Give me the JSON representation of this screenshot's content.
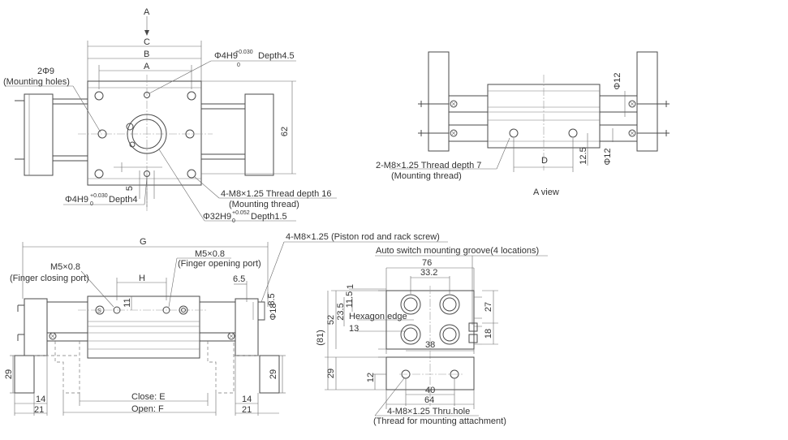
{
  "labels": {
    "top_a": "A",
    "dim_c": "C",
    "dim_b": "B",
    "dim_a_inner": "A",
    "hole_2phi9": "2Φ9",
    "mounting_holes": "(Mounting holes)",
    "phi4h9_top_prefix": "Φ4H9",
    "phi4h9_top_tol_upper": "+0.030",
    "phi4h9_top_tol_lower": "0",
    "phi4h9_top_depth": "Depth4.5",
    "dim_62": "62",
    "dim_5": "5",
    "phi4h9_bottom_prefix": "Φ4H9",
    "phi4h9_bottom_tol_upper": "+0.030",
    "phi4h9_bottom_tol_lower": "0",
    "phi4h9_bottom_depth": "Depth4",
    "thread_4m8_depth16": "4-M8×1.25 Thread depth 16",
    "mounting_thread_1": "(Mounting thread)",
    "phi32h9_prefix": "Φ32H9",
    "phi32h9_tol_upper": "+0.052",
    "phi32h9_tol_lower": "0",
    "phi32h9_depth": "Depth1.5",
    "phi12_top": "Φ12",
    "phi12_bottom": "Φ12",
    "dim_d": "D",
    "dim_12_5": "12.5",
    "thread_2m8_depth7": "2-M8×1.25 Thread depth 7",
    "mounting_thread_2": "(Mounting thread)",
    "a_view": "A view",
    "dim_g": "G",
    "piston_rod_screw": "4-M8×1.25 (Piston rod and rack screw)",
    "m5_left": "M5×0.8",
    "finger_closing_port": "(Finger closing port)",
    "m5_right": "M5×0.8",
    "finger_opening_port": "(Finger opening port)",
    "dim_h": "H",
    "dim_11": "11",
    "dim_6_5": "6.5",
    "dim_8_5": "8.5",
    "dim_phi18": "Φ18",
    "port_s": "S",
    "dim_29_left": "29",
    "dim_29_right": "29",
    "dim_14_left": "14",
    "dim_21_left": "21",
    "dim_14_right": "14",
    "dim_21_right": "21",
    "close_e": "Close: E",
    "open_f": "Open: F",
    "auto_switch_groove": "Auto switch mounting groove(4 locations)",
    "dim_76": "76",
    "dim_33_2": "33.2",
    "dim_1": "1",
    "dim_52": "52",
    "dim_23_5": "23.5",
    "dim_11_5": "11.5",
    "hexagon_edge": "Hexagon edge",
    "dim_13": "13",
    "dim_81": "(81)",
    "dim_27": "27",
    "dim_18": "18",
    "dim_38": "38",
    "dim_29_front": "29",
    "dim_12_front": "12",
    "dim_40": "40",
    "dim_64": "64",
    "thru_hole": "4-M8×1.25 Thru.hole",
    "mounting_attachment": "(Thread for mounting attachment)"
  },
  "colors": {
    "line": "#4a4a4a",
    "text": "#333333",
    "background": "#ffffff"
  }
}
